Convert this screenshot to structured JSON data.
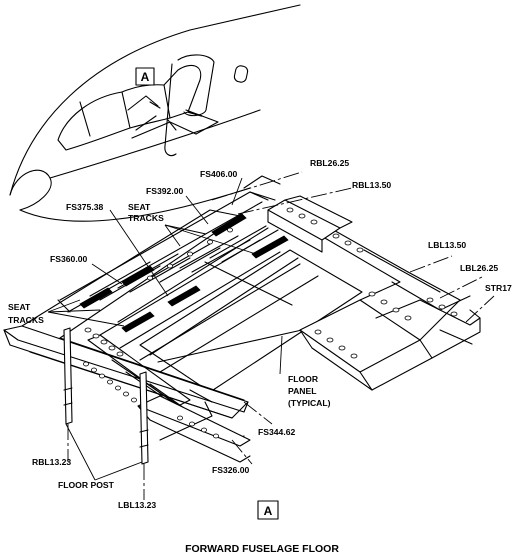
{
  "title": "FORWARD FUSELAGE FLOOR",
  "detail_marker": "A",
  "labels": {
    "fs406": "FS406.00",
    "fs392": "FS392.00",
    "fs375": "FS375.38",
    "fs360": "FS360.00",
    "fs344": "FS344.62",
    "fs326": "FS326.00",
    "rbl2625": "RBL26.25",
    "rbl1350": "RBL13.50",
    "lbl1350": "LBL13.50",
    "lbl2625": "LBL26.25",
    "str17": "STR17",
    "seat_tracks_upper_1": "SEAT",
    "seat_tracks_upper_2": "TRACKS",
    "seat_tracks_left_1": "SEAT",
    "seat_tracks_left_2": "TRACKS",
    "floor_panel_1": "FLOOR",
    "floor_panel_2": "PANEL",
    "floor_panel_3": "(TYPICAL)",
    "rbl1323": "RBL13.23",
    "lbl1323": "LBL13.23",
    "floor_post": "FLOOR POST"
  }
}
